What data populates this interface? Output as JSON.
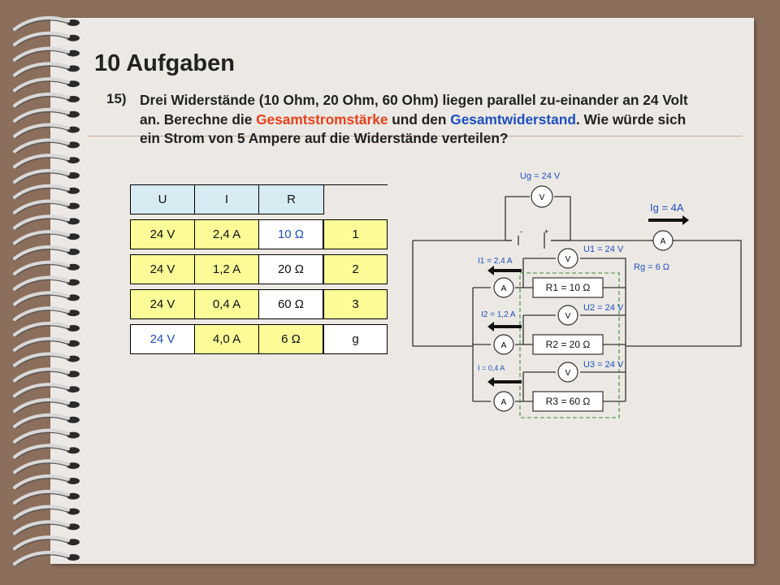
{
  "title": "10 Aufgaben",
  "task": {
    "number": "15)",
    "text_part1": "Drei Widerstände (10 Ohm, 20 Ohm, 60 Ohm) liegen parallel zu-einander an 24 Volt an. Berechne die ",
    "highlight_red": "Gesamtstromstärke",
    "text_part2": " und den ",
    "highlight_blue": "Gesamtwiderstand",
    "text_part3": ". Wie würde sich ein Strom von 5 Ampere auf die Widerstände verteilen?"
  },
  "table": {
    "headers": [
      "U",
      "I",
      "R"
    ],
    "rows": [
      {
        "u": "24 V",
        "i": "2,4 A",
        "r": "10 Ω",
        "idx": "1"
      },
      {
        "u": "24 V",
        "i": "1,2 A",
        "r": "20 Ω",
        "idx": "2"
      },
      {
        "u": "24 V",
        "i": "0,4 A",
        "r": "60 Ω",
        "idx": "3"
      },
      {
        "u": "24 V",
        "i": "4,0 A",
        "r": "6 Ω",
        "idx": "g"
      }
    ]
  },
  "circuit": {
    "ug_label": "Ug = 24 V",
    "ig_label": "Ig = 4A",
    "rg_label": "Rg = 6 Ω",
    "minus": "-",
    "plus": "+",
    "voltmeter": "V",
    "ammeter": "A",
    "u1_label": "U1 = 24 V",
    "u2_label": "U2 = 24 V",
    "u3_label": "U3 = 24 V",
    "i1_label": "I1 = 2,4 A",
    "i2_label": "I2 = 1,2 A",
    "i3_label": "I = 0,4 A",
    "r1_label": "R1 = 10 Ω",
    "r2_label": "R2 = 20 Ω",
    "r3_label": "R3 = 60 Ω"
  }
}
